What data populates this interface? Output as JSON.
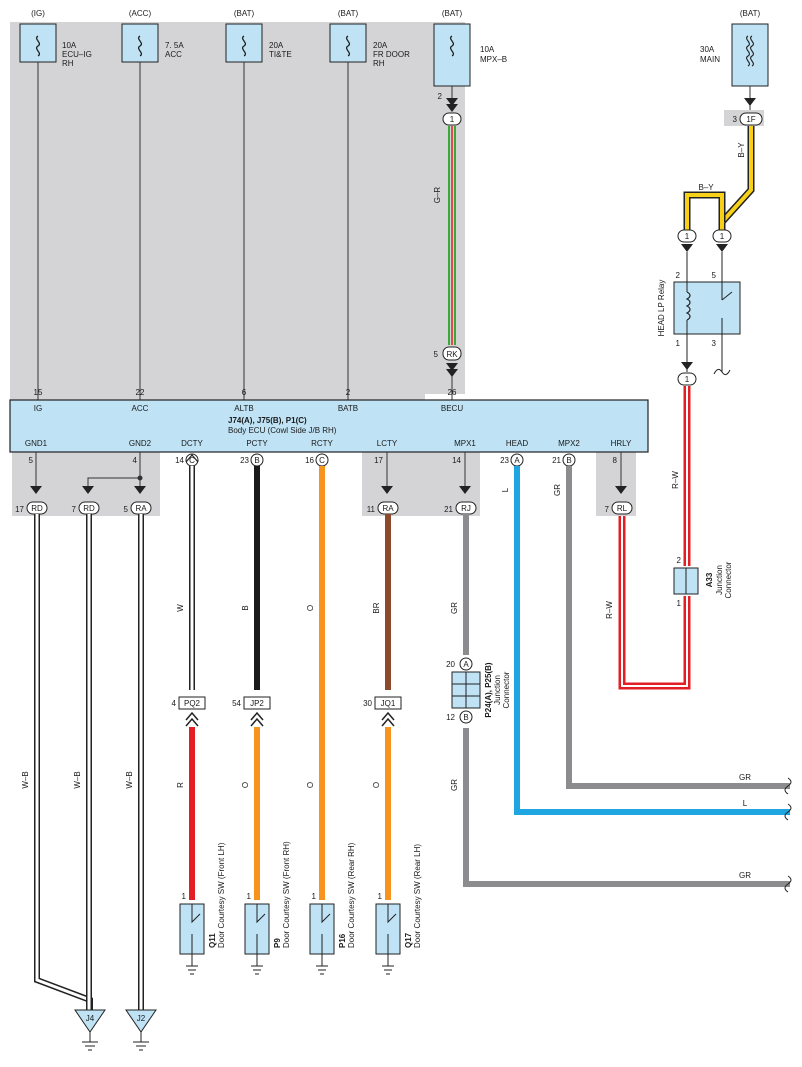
{
  "fuses": [
    {
      "src": "(IG)",
      "rating": "10A",
      "name1": "ECU–IG",
      "name2": "RH"
    },
    {
      "src": "(ACC)",
      "rating": "7. 5A",
      "name1": "ACC",
      "name2": ""
    },
    {
      "src": "(BAT)",
      "rating": "20A",
      "name1": "TI&TE",
      "name2": ""
    },
    {
      "src": "(BAT)",
      "rating": "20A",
      "name1": "FR DOOR",
      "name2": "RH"
    },
    {
      "src": "(BAT)",
      "rating": "10A",
      "name1": "MPX–B",
      "name2": ""
    },
    {
      "src": "(BAT)",
      "rating": "30A",
      "name1": "MAIN",
      "name2": ""
    }
  ],
  "ecu": {
    "title": "J74(A), J75(B), P1(C)",
    "subtitle": "Body ECU (Cowl Side J/B RH)",
    "top_pins": [
      {
        "name": "IG",
        "num": "15"
      },
      {
        "name": "ACC",
        "num": "22"
      },
      {
        "name": "ALTB",
        "num": "6"
      },
      {
        "name": "BATB",
        "num": "2"
      },
      {
        "name": "BECU",
        "num": "26"
      }
    ],
    "bottom_pins": [
      {
        "name": "GND1",
        "num": "5",
        "conn": ""
      },
      {
        "name": "GND2",
        "num": "4",
        "conn": ""
      },
      {
        "name": "DCTY",
        "num": "14",
        "conn": "C"
      },
      {
        "name": "PCTY",
        "num": "23",
        "conn": "B"
      },
      {
        "name": "RCTY",
        "num": "16",
        "conn": "C"
      },
      {
        "name": "LCTY",
        "num": "17",
        "conn": ""
      },
      {
        "name": "MPX1",
        "num": "14",
        "conn": ""
      },
      {
        "name": "HEAD",
        "num": "23",
        "conn": "A"
      },
      {
        "name": "MPX2",
        "num": "21",
        "conn": "B"
      },
      {
        "name": "HRLY",
        "num": "8",
        "conn": ""
      }
    ]
  },
  "junction_blocks": [
    {
      "pin": "17",
      "code": "RD"
    },
    {
      "pin": "7",
      "code": "RD"
    },
    {
      "pin": "5",
      "code": "RA"
    },
    {
      "pin": "11",
      "code": "RA"
    },
    {
      "pin": "21",
      "code": "RJ"
    },
    {
      "pin": "7",
      "code": "RL"
    },
    {
      "pin": "5",
      "code": "RK"
    },
    {
      "pin": "2",
      "code": "1"
    },
    {
      "pin": "3",
      "code": "1F"
    }
  ],
  "connectors": [
    {
      "pin": "4",
      "code": "PQ2"
    },
    {
      "pin": "54",
      "code": "JP2"
    },
    {
      "pin": "30",
      "code": "JQ1"
    }
  ],
  "wire_colors": {
    "gr_mpxb": "G–R",
    "by1": "B–Y",
    "by2": "B–Y",
    "rw1": "R–W",
    "rw2": "R–W",
    "w": "W",
    "b": "B",
    "o": "O",
    "br": "BR",
    "gr": "GR",
    "l": "L",
    "gr_mpx2": "GR",
    "wb1": "W–B",
    "wb2": "W–B",
    "wb3": "W–B",
    "r": "R",
    "o1": "O",
    "o2": "O",
    "gr_low": "GR",
    "gr_right1": "GR",
    "l_right": "L",
    "gr_right2": "GR"
  },
  "relay": {
    "name": "HEAD LP Relay",
    "p2": "2",
    "p5": "5",
    "p1": "1",
    "p3": "3"
  },
  "a33": {
    "code": "A33",
    "name1": "Junction",
    "name2": "Connector",
    "p2": "2",
    "p1": "1"
  },
  "p24": {
    "code": "P24(A), P25(B)",
    "name1": "Junction",
    "name2": "Connector",
    "pa_num": "20",
    "pa": "A",
    "pb_num": "12",
    "pb": "B"
  },
  "switches": [
    {
      "code": "Q11",
      "name": "Door Courtesy SW (Front LH)",
      "pin": "1"
    },
    {
      "code": "P9",
      "name": "Door Courtesy SW (Front RH)",
      "pin": "1"
    },
    {
      "code": "P16",
      "name": "Door Courtesy SW (Rear RH)",
      "pin": "1"
    },
    {
      "code": "Q17",
      "name": "Door Courtesy SW (Rear LH)",
      "pin": "1"
    }
  ],
  "grounds": [
    {
      "code": "J4"
    },
    {
      "code": "J2"
    }
  ],
  "misc": {
    "one": "1",
    "one_b": "1",
    "one_c": "1",
    "one_d": "1"
  },
  "colors": {
    "panel": "#d4d4d6",
    "ecu_fill": "#bfe3f5",
    "red": "#e31e24",
    "black": "#1a1a1a",
    "orange": "#f7941d",
    "brown": "#8b4a2b",
    "gray": "#8c8c8e",
    "blue": "#1fa6e0",
    "yellow": "#f7d117",
    "green": "#3aa935"
  }
}
